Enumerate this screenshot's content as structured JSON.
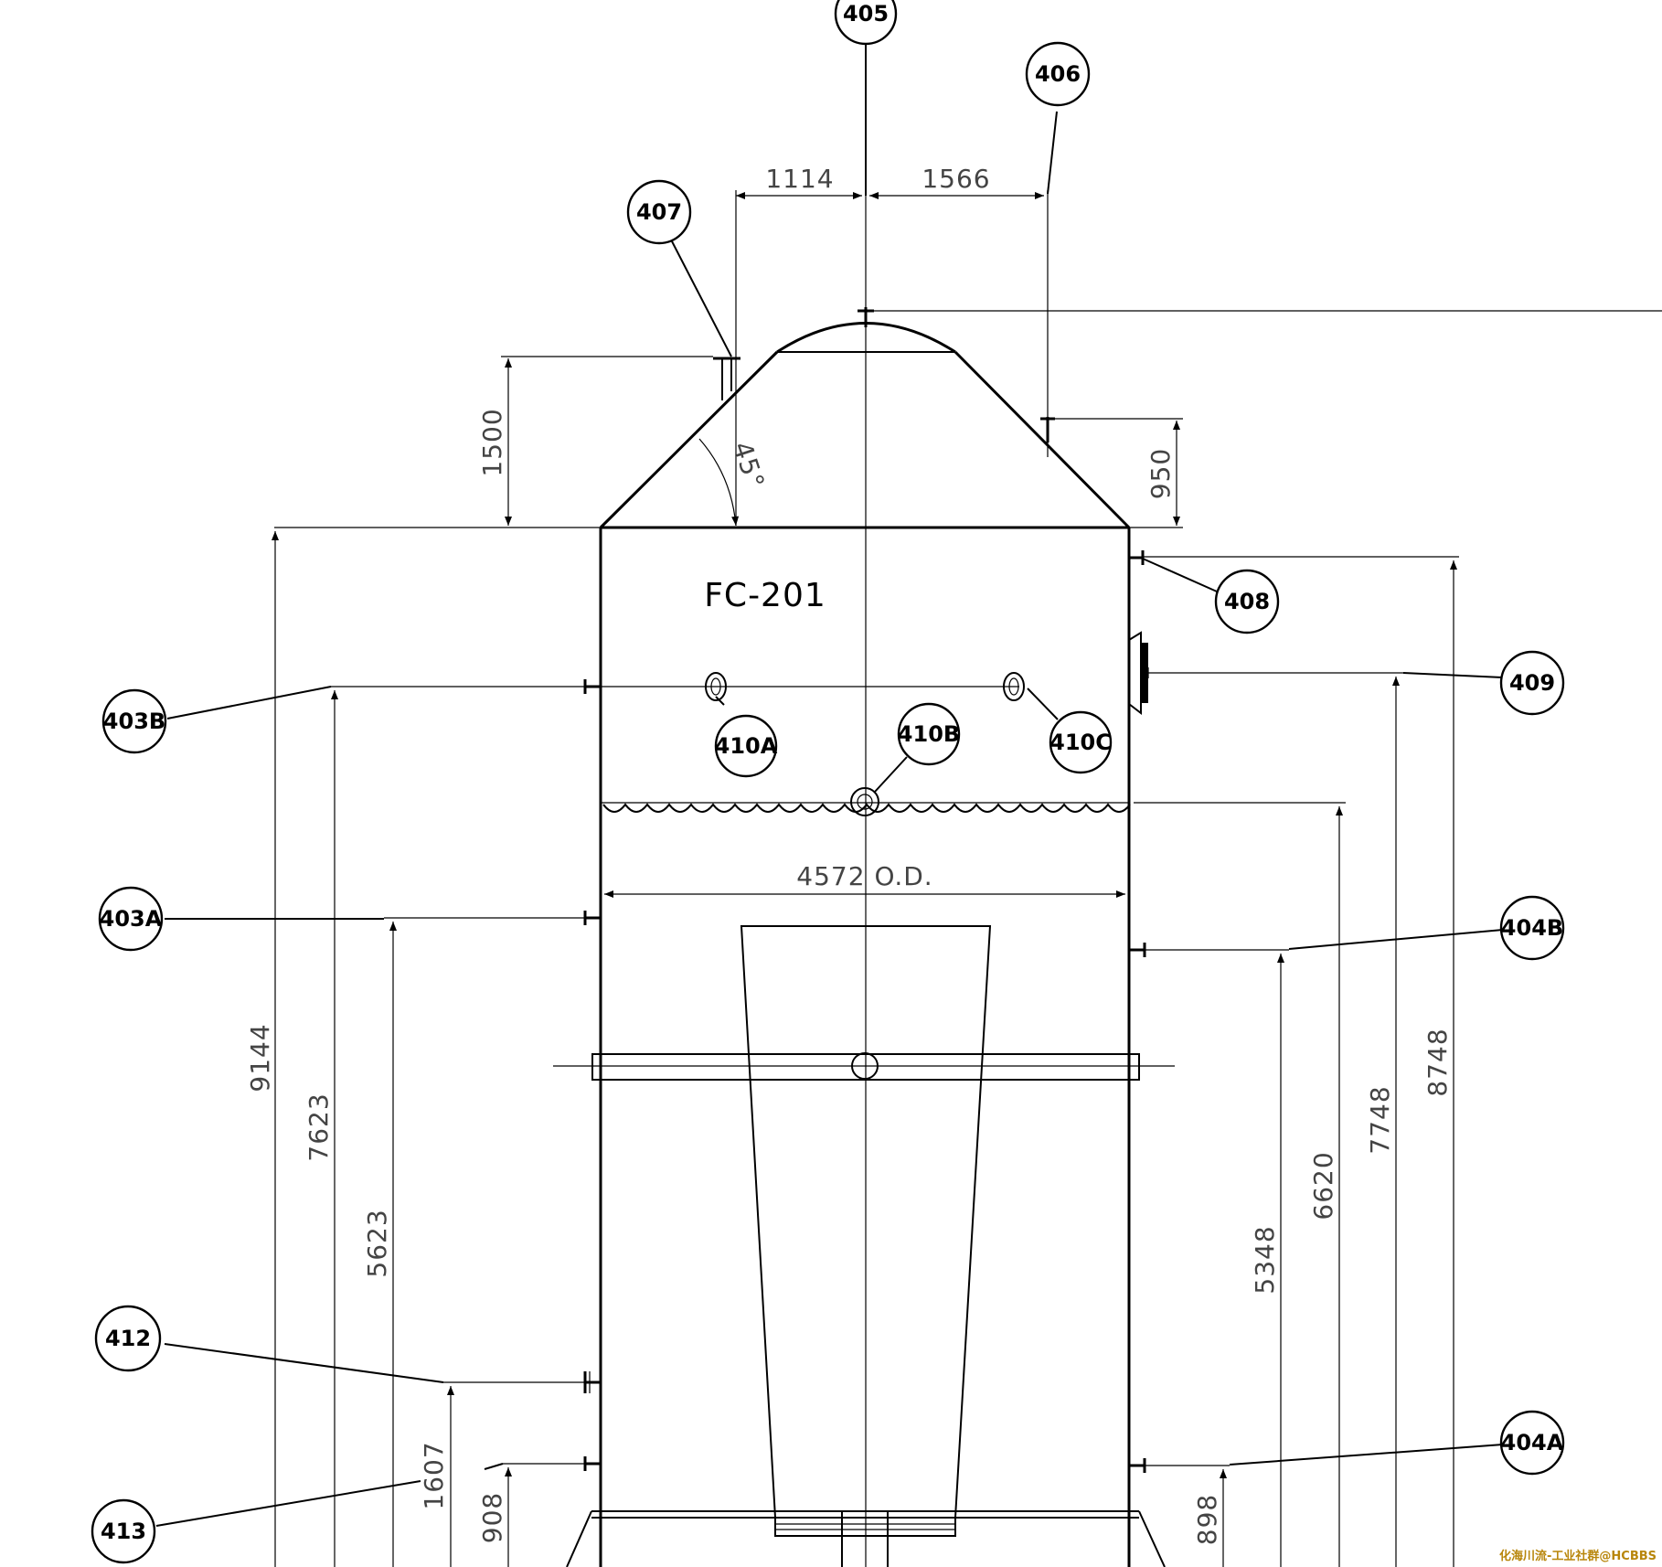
{
  "equipment_tag": "FC-201",
  "nozzles": [
    {
      "id": "n405",
      "label": "405"
    },
    {
      "id": "n406",
      "label": "406"
    },
    {
      "id": "n407",
      "label": "407"
    },
    {
      "id": "n408",
      "label": "408"
    },
    {
      "id": "n409",
      "label": "409"
    },
    {
      "id": "n410A",
      "label": "410A"
    },
    {
      "id": "n410B",
      "label": "410B"
    },
    {
      "id": "n410C",
      "label": "410C"
    },
    {
      "id": "n403B",
      "label": "403B"
    },
    {
      "id": "n403A",
      "label": "403A"
    },
    {
      "id": "n404B",
      "label": "404B"
    },
    {
      "id": "n404A",
      "label": "404A"
    },
    {
      "id": "n412",
      "label": "412"
    },
    {
      "id": "n413",
      "label": "413"
    }
  ],
  "dimensions": {
    "d1114": "1114",
    "d1566": "1566",
    "d1500": "1500",
    "d950": "950",
    "angle": "45°",
    "od": "4572 O.D.",
    "d9144": "9144",
    "d7623": "7623",
    "d5623": "5623",
    "d1607": "1607",
    "d908": "908",
    "d898": "898",
    "d5348": "5348",
    "d6620": "6620",
    "d7748": "7748",
    "d8748": "8748"
  },
  "watermark": "化海川流-工业社群@HCBBS"
}
